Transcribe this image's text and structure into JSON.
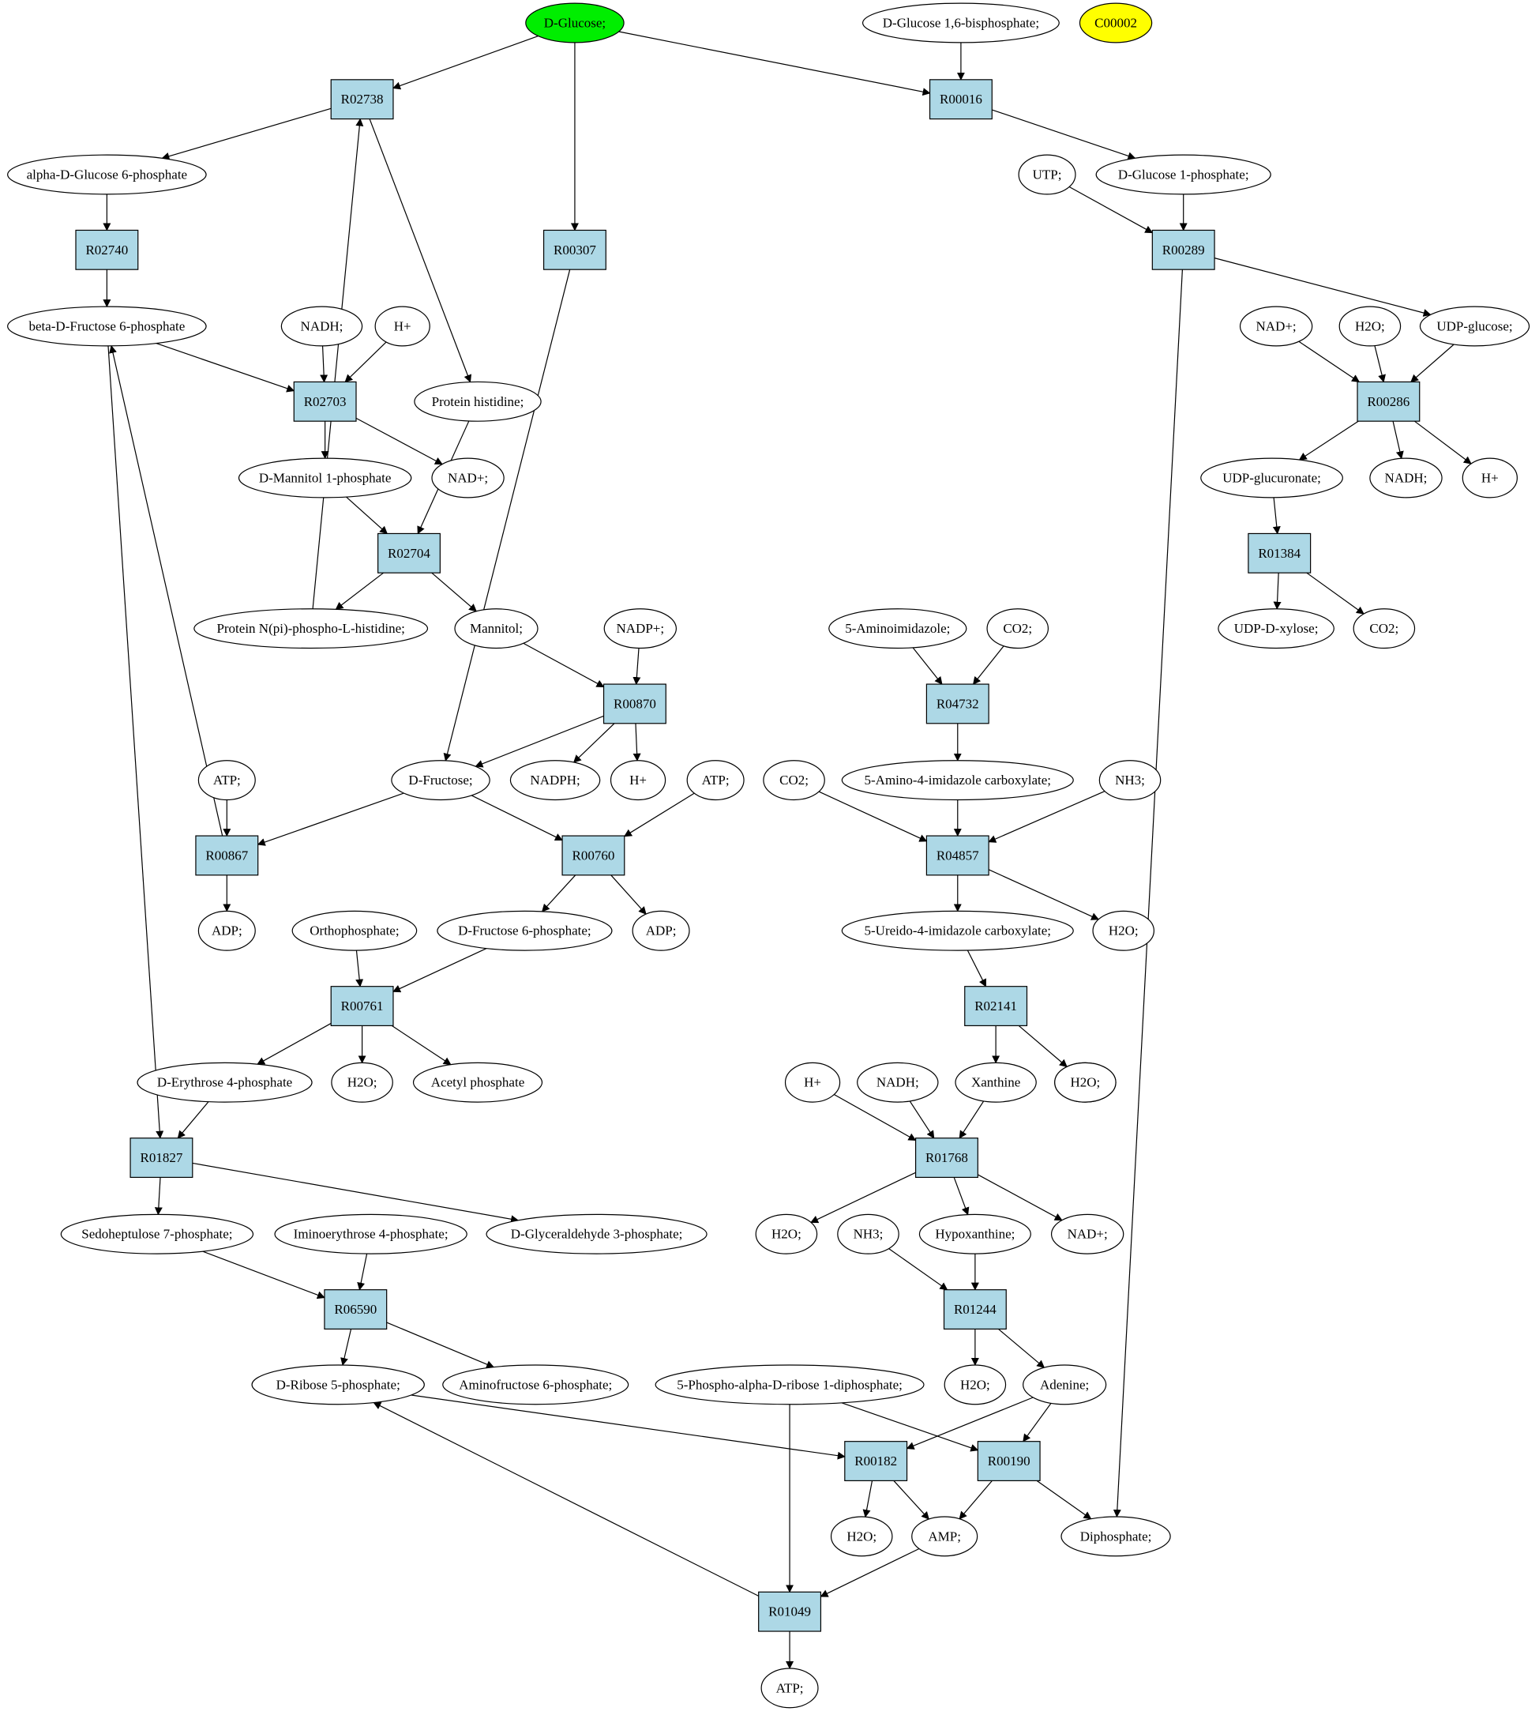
{
  "colors": {
    "reaction_fill": "#add8e6",
    "start_compound_fill": "#00ee00",
    "highlight_compound_fill": "#ffff00",
    "compound_fill": "#ffffff",
    "stroke": "#000000"
  },
  "compounds": {
    "n_glc": "D-Glucose;",
    "n_g16bp": "D-Glucose 1,6-bisphosphate;",
    "n_c00002": "C00002",
    "n_ag6p": "alpha-D-Glucose 6-phosphate",
    "n_bf6p": "beta-D-Fructose 6-phosphate",
    "n_nadh1": "NADH;",
    "n_h1": "H+",
    "n_protHis": "Protein histidine;",
    "n_nadp1": "NAD+;",
    "n_dman1p": "D-Mannitol 1-phosphate",
    "n_protNpi": "Protein N(pi)-phospho-L-histidine;",
    "n_mannitol": "Mannitol;",
    "n_nadpp": "NADP+;",
    "n_dfru": "D-Fructose;",
    "n_nadph": "NADPH;",
    "n_h2": "H+",
    "n_atp1": "ATP;",
    "n_atp2": "ATP;",
    "n_adp1": "ADP;",
    "n_adp2": "ADP;",
    "n_orthoP": "Orthophosphate;",
    "n_df6p": "D-Fructose 6-phosphate;",
    "n_e4p": "D-Erythrose 4-phosphate",
    "n_h2o1": "H2O;",
    "n_acP": "Acetyl phosphate",
    "n_s7p": "Sedoheptulose 7-phosphate;",
    "n_imino": "Iminoerythrose 4-phosphate;",
    "n_g3p": "D-Glyceraldehyde 3-phosphate;",
    "n_r5p": "D-Ribose 5-phosphate;",
    "n_amino6p": "Aminofructose 6-phosphate;",
    "n_prpp": "5-Phospho-alpha-D-ribose 1-diphosphate;",
    "n_g1p": "D-Glucose 1-phosphate;",
    "n_utp": "UTP;",
    "n_nadp2": "NAD+;",
    "n_h2o2": "H2O;",
    "n_udpg": "UDP-glucose;",
    "n_udpgl": "UDP-glucuronate;",
    "n_nadh2": "NADH;",
    "n_h3": "H+",
    "n_udpx": "UDP-D-xylose;",
    "n_co2a": "CO2;",
    "n_5ai": "5-Aminoimidazole;",
    "n_co2b": "CO2;",
    "n_5a4ic": "5-Amino-4-imidazole carboxylate;",
    "n_co2c": "CO2;",
    "n_nh3a": "NH3;",
    "n_5u4ic": "5-Ureido-4-imidazole carboxylate;",
    "n_h2o3": "H2O;",
    "n_h2o4": "H2O;",
    "n_h4": "H+",
    "n_nadh3": "NADH;",
    "n_xan": "Xanthine",
    "n_h2o5": "H2O;",
    "n_h2o6": "H2O;",
    "n_nh3b": "NH3;",
    "n_hypox": "Hypoxanthine;",
    "n_nadp3": "NAD+;",
    "n_h2o7": "H2O;",
    "n_aden": "Adenine;",
    "n_h2o8": "H2O;",
    "n_amp": "AMP;",
    "n_diP": "Diphosphate;",
    "n_atp3": "ATP;"
  },
  "reactions": {
    "r02738": "R02738",
    "r00016": "R00016",
    "r02740": "R02740",
    "r00307": "R00307",
    "r00289": "R00289",
    "r02703": "R02703",
    "r00286": "R00286",
    "r02704": "R02704",
    "r01384": "R01384",
    "r00870": "R00870",
    "r04732": "R04732",
    "r00867": "R00867",
    "r00760": "R00760",
    "r04857": "R04857",
    "r00761": "R00761",
    "r02141": "R02141",
    "r01827": "R01827",
    "r01768": "R01768",
    "r06590": "R06590",
    "r01244": "R01244",
    "r00182": "R00182",
    "r00190": "R00190",
    "r01049": "R01049"
  },
  "edges": [
    [
      "n_glc",
      "r02738"
    ],
    [
      "n_glc",
      "r00307"
    ],
    [
      "n_glc",
      "r00016"
    ],
    [
      "n_g16bp",
      "r00016"
    ],
    [
      "r00016",
      "n_g1p"
    ],
    [
      "r02738",
      "n_ag6p"
    ],
    [
      "r02738",
      "n_protHis"
    ],
    [
      "n_protNpi",
      "r02738"
    ],
    [
      "n_ag6p",
      "r02740"
    ],
    [
      "r02740",
      "n_bf6p"
    ],
    [
      "n_bf6p",
      "r02703"
    ],
    [
      "n_bf6p",
      "r01827"
    ],
    [
      "n_nadh1",
      "r02703"
    ],
    [
      "n_h1",
      "r02703"
    ],
    [
      "r02703",
      "n_dman1p"
    ],
    [
      "r02703",
      "n_nadp1"
    ],
    [
      "n_dman1p",
      "r02704"
    ],
    [
      "n_protHis",
      "r02704"
    ],
    [
      "r02704",
      "n_protNpi"
    ],
    [
      "r02704",
      "n_mannitol"
    ],
    [
      "n_mannitol",
      "r00870"
    ],
    [
      "n_nadpp",
      "r00870"
    ],
    [
      "r00870",
      "n_dfru"
    ],
    [
      "r00870",
      "n_nadph"
    ],
    [
      "r00870",
      "n_h2"
    ],
    [
      "r00307",
      "n_dfru"
    ],
    [
      "n_atp1",
      "r00867"
    ],
    [
      "n_dfru",
      "r00867"
    ],
    [
      "r00867",
      "n_adp1"
    ],
    [
      "r00867",
      "n_bf6p"
    ],
    [
      "n_dfru",
      "r00760"
    ],
    [
      "n_atp2",
      "r00760"
    ],
    [
      "r00760",
      "n_df6p"
    ],
    [
      "r00760",
      "n_adp2"
    ],
    [
      "n_orthoP",
      "r00761"
    ],
    [
      "n_df6p",
      "r00761"
    ],
    [
      "r00761",
      "n_e4p"
    ],
    [
      "r00761",
      "n_h2o1"
    ],
    [
      "r00761",
      "n_acP"
    ],
    [
      "n_e4p",
      "r01827"
    ],
    [
      "r01827",
      "n_s7p"
    ],
    [
      "r01827",
      "n_g3p"
    ],
    [
      "n_s7p",
      "r06590"
    ],
    [
      "n_imino",
      "r06590"
    ],
    [
      "r06590",
      "n_r5p"
    ],
    [
      "r06590",
      "n_amino6p"
    ],
    [
      "n_r5p",
      "r00182"
    ],
    [
      "n_prpp",
      "r00190"
    ],
    [
      "n_prpp",
      "r01049"
    ],
    [
      "n_utp",
      "r00289"
    ],
    [
      "n_g1p",
      "r00289"
    ],
    [
      "r00289",
      "n_udpg"
    ],
    [
      "r00289",
      "n_diP"
    ],
    [
      "n_nadp2",
      "r00286"
    ],
    [
      "n_h2o2",
      "r00286"
    ],
    [
      "n_udpg",
      "r00286"
    ],
    [
      "r00286",
      "n_udpgl"
    ],
    [
      "r00286",
      "n_nadh2"
    ],
    [
      "r00286",
      "n_h3"
    ],
    [
      "n_udpgl",
      "r01384"
    ],
    [
      "r01384",
      "n_udpx"
    ],
    [
      "r01384",
      "n_co2a"
    ],
    [
      "n_5ai",
      "r04732"
    ],
    [
      "n_co2b",
      "r04732"
    ],
    [
      "r04732",
      "n_5a4ic"
    ],
    [
      "n_co2c",
      "r04857"
    ],
    [
      "n_5a4ic",
      "r04857"
    ],
    [
      "n_nh3a",
      "r04857"
    ],
    [
      "r04857",
      "n_5u4ic"
    ],
    [
      "r04857",
      "n_h2o3"
    ],
    [
      "n_5u4ic",
      "r02141"
    ],
    [
      "r02141",
      "n_xan"
    ],
    [
      "r02141",
      "n_h2o4"
    ],
    [
      "n_h4",
      "r01768"
    ],
    [
      "n_nadh3",
      "r01768"
    ],
    [
      "n_xan",
      "r01768"
    ],
    [
      "r01768",
      "n_h2o6"
    ],
    [
      "r01768",
      "n_hypox"
    ],
    [
      "r01768",
      "n_nadp3"
    ],
    [
      "n_nh3b",
      "r01244"
    ],
    [
      "n_hypox",
      "r01244"
    ],
    [
      "r01244",
      "n_h2o7"
    ],
    [
      "r01244",
      "n_aden"
    ],
    [
      "n_aden",
      "r00182"
    ],
    [
      "n_aden",
      "r00190"
    ],
    [
      "r00182",
      "n_h2o8"
    ],
    [
      "r00182",
      "n_amp"
    ],
    [
      "r00190",
      "n_amp"
    ],
    [
      "r00190",
      "n_diP"
    ],
    [
      "n_amp",
      "r01049"
    ],
    [
      "r01049",
      "n_r5p"
    ],
    [
      "r01049",
      "n_atp3"
    ]
  ]
}
